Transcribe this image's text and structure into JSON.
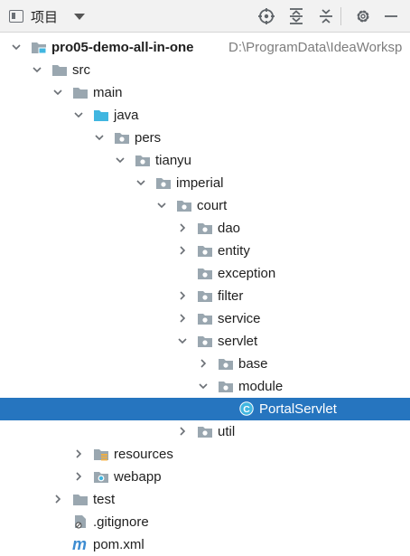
{
  "toolbar": {
    "title": "项目",
    "icons": [
      "project-view-icon",
      "dropdown-caret-icon",
      "locate-icon",
      "expand-all-icon",
      "collapse-all-icon",
      "settings-gear-icon",
      "minimize-icon"
    ]
  },
  "tree": {
    "rows": [
      {
        "name": "pro05-demo-all-in-one",
        "path": "D:\\ProgramData\\IdeaWorksp",
        "icon": "module-folder-icon",
        "state": "expanded"
      },
      {
        "name": "src",
        "icon": "folder-icon",
        "state": "expanded"
      },
      {
        "name": "main",
        "icon": "folder-icon",
        "state": "expanded"
      },
      {
        "name": "java",
        "icon": "source-root-folder-icon",
        "state": "expanded"
      },
      {
        "name": "pers",
        "icon": "package-icon",
        "state": "expanded"
      },
      {
        "name": "tianyu",
        "icon": "package-icon",
        "state": "expanded"
      },
      {
        "name": "imperial",
        "icon": "package-icon",
        "state": "expanded"
      },
      {
        "name": "court",
        "icon": "package-icon",
        "state": "expanded"
      },
      {
        "name": "dao",
        "icon": "package-icon",
        "state": "collapsed"
      },
      {
        "name": "entity",
        "icon": "package-icon",
        "state": "collapsed"
      },
      {
        "name": "exception",
        "icon": "package-icon",
        "state": "leaf"
      },
      {
        "name": "filter",
        "icon": "package-icon",
        "state": "collapsed"
      },
      {
        "name": "service",
        "icon": "package-icon",
        "state": "collapsed"
      },
      {
        "name": "servlet",
        "icon": "package-icon",
        "state": "expanded"
      },
      {
        "name": "base",
        "icon": "package-icon",
        "state": "collapsed"
      },
      {
        "name": "module",
        "icon": "package-icon",
        "state": "expanded"
      },
      {
        "name": "PortalServlet",
        "icon": "java-class-icon",
        "state": "leaf",
        "selected": true
      },
      {
        "name": "util",
        "icon": "package-icon",
        "state": "collapsed"
      },
      {
        "name": "resources",
        "icon": "resources-folder-icon",
        "state": "collapsed"
      },
      {
        "name": "webapp",
        "icon": "web-folder-icon",
        "state": "collapsed"
      },
      {
        "name": "test",
        "icon": "folder-icon",
        "state": "collapsed"
      },
      {
        "name": ".gitignore",
        "icon": "ignore-file-icon",
        "state": "leaf"
      },
      {
        "name": "pom.xml",
        "icon": "maven-m-icon",
        "state": "leaf"
      }
    ]
  },
  "colors": {
    "selection": "#2675bf",
    "folder": "#9aa7b0",
    "source_folder": "#40b6e0",
    "class_badge": "#40b6e0",
    "maven": "#3d8cd1",
    "resources_bars": "#f4af3d"
  }
}
